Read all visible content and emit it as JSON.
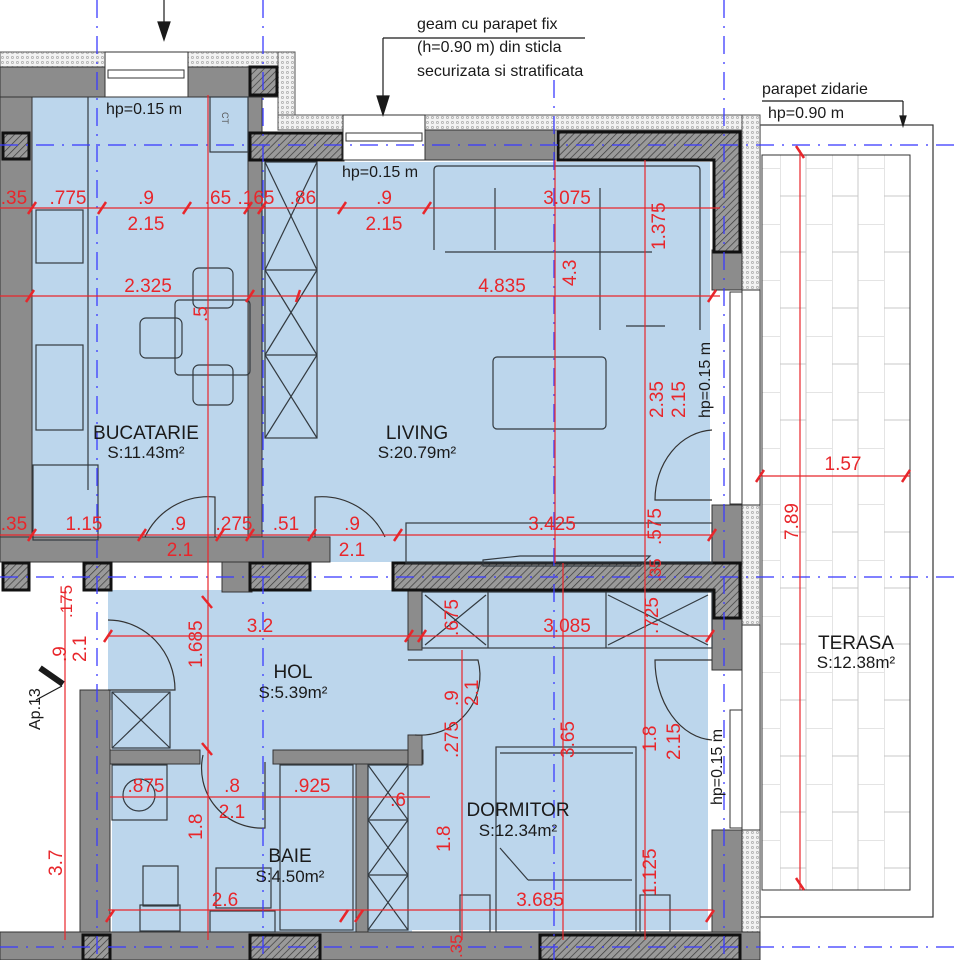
{
  "colors": {
    "floor_fill": "#bcd6ec",
    "wall_gray": "#8c8c8c",
    "dimension_red": "#e8262b",
    "axis_blue": "#3a3aff",
    "furniture_line": "#333a40"
  },
  "annotations": {
    "glass_parapet_line1": "geam cu parapet fix",
    "glass_parapet_line2": "(h=0.90 m) din sticla",
    "glass_parapet_line3": "securizata si stratificata",
    "masonry_parapet_line1": "parapet zidarie",
    "masonry_parapet_line2": "hp=0.90 m",
    "kitchen_window_hp": "hp=0.15 m",
    "living_window_hp": "hp=0.15 m",
    "living_side_window_hp": "hp=0.15 m",
    "bedroom_side_window_hp": "hp=0.15 m",
    "apartment_label": "Ap.13",
    "cabinet_label": "CT"
  },
  "rooms": [
    {
      "name": "BUCATARIE",
      "area": "S:11.43m²"
    },
    {
      "name": "LIVING",
      "area": "S:20.79m²"
    },
    {
      "name": "HOL",
      "area": "S:5.39m²"
    },
    {
      "name": "BAIE",
      "area": "S:4.50m²"
    },
    {
      "name": "DORMITOR",
      "area": "S:12.34m²"
    },
    {
      "name": "TERASA",
      "area": "S:12.38m²"
    }
  ],
  "dimensions": {
    "top_row": [
      ".35",
      ".775",
      ".9",
      ".65",
      ".165",
      ".86",
      ".9",
      "3.075"
    ],
    "top_row_heights": [
      "2.15",
      "2.15"
    ],
    "kitchen_width": "2.325",
    "living_width": "4.835",
    "living_height": "4.3",
    "living_wardrobe": "1.375",
    "kitchen_table": ".5",
    "living_right": [
      "2.35",
      "2.15"
    ],
    "living_bottom_row": [
      ".35",
      "1.15",
      ".9",
      ".275",
      ".51",
      ".9",
      "3.425",
      ".575"
    ],
    "living_bottom_heights": [
      "2.1",
      "2.1"
    ],
    "wall_thickness": ".35",
    "terrace_width": "1.57",
    "terrace_length": "7.89",
    "hall_width": "3.2",
    "hall_height": "1.685",
    "entry_left": [
      ".175",
      ".9",
      "2.1"
    ],
    "bedroom_top_row": [
      ".675",
      "3.085",
      ".725"
    ],
    "bedroom_door": [
      ".9",
      "2.1"
    ],
    "bedroom_height": "3.65",
    "bedroom_right": [
      "1.8",
      "2.15"
    ],
    "bedroom_lower": [
      "1.125"
    ],
    "bedroom_left_height": "1.8",
    "bedroom_width": "3.685",
    "hall_door_gap": ".275",
    "bath_row": [
      ".875",
      ".8",
      ".925",
      ".6"
    ],
    "bath_door_height": "2.1",
    "bath_height": "1.8",
    "bath_width": "2.6",
    "left_total": "3.7",
    "bottom_wall": ".35"
  }
}
